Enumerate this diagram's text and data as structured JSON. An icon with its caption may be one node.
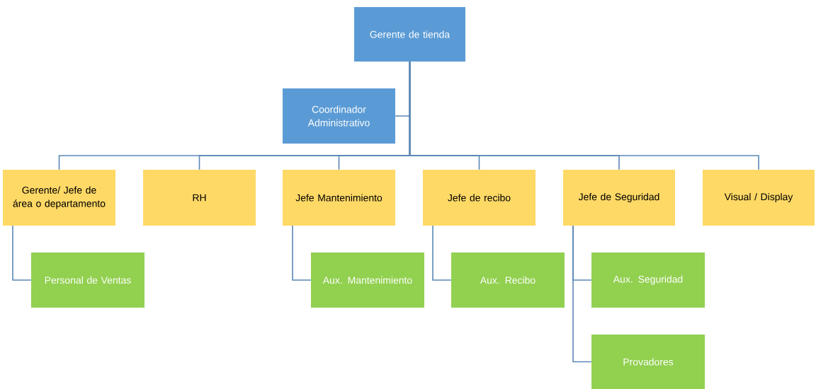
{
  "diagram": {
    "nodes": [
      {
        "text": [
          "Gerente de tienda"
        ]
      },
      {
        "text": [
          "Coordinador Administrativo"
        ]
      },
      {
        "text": [
          "Gerente/ Jefe de área o departamento"
        ]
      },
      {
        "text": [
          "RH"
        ]
      },
      {
        "text": [
          "Jefe Mantenimiento"
        ]
      },
      {
        "text": [
          "Jefe de recibo"
        ]
      },
      {
        "text": [
          "Jefe de Seguridad"
        ]
      },
      {
        "text": [
          "Visual / Display"
        ]
      },
      {
        "text": [
          "Personal de Ventas"
        ]
      },
      {
        "text": [
          "Aux. Mantenimiento"
        ]
      },
      {
        "text": [
          "Aux. Recibo"
        ]
      },
      {
        "text": [
          "Aux. Seguridad"
        ]
      },
      {
        "text": [
          "Provadores"
        ]
      }
    ],
    "edges": [
      {
        "from": 0,
        "to": 1,
        "arrow": "none"
      },
      {
        "from": 0,
        "to": 2,
        "arrow": "none"
      },
      {
        "from": 0,
        "to": 3,
        "arrow": "none"
      },
      {
        "from": 0,
        "to": 4,
        "arrow": "none"
      },
      {
        "from": 0,
        "to": 5,
        "arrow": "none"
      },
      {
        "from": 0,
        "to": 6,
        "arrow": "none"
      },
      {
        "from": 0,
        "to": 7,
        "arrow": "none"
      },
      {
        "from": 2,
        "to": 8,
        "arrow": "none"
      },
      {
        "from": 4,
        "to": 9,
        "arrow": "none"
      },
      {
        "from": 5,
        "to": 10,
        "arrow": "none"
      },
      {
        "from": 6,
        "to": 11,
        "arrow": "none"
      },
      {
        "from": 6,
        "to": 12,
        "arrow": "none"
      }
    ]
  }
}
